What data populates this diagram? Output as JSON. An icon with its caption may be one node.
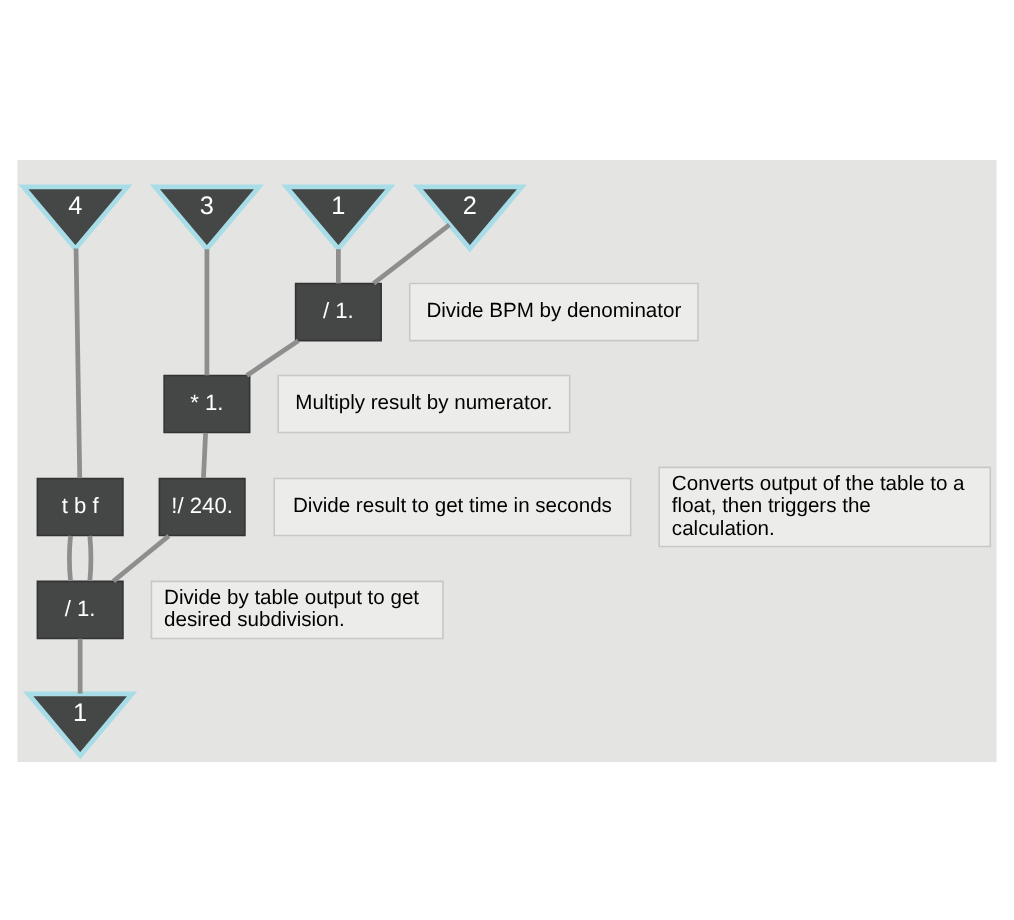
{
  "diagram": {
    "nodes": [
      {
        "text": [
          "1"
        ]
      },
      {
        "text": [
          "2"
        ]
      },
      {
        "text": [
          "3"
        ]
      },
      {
        "text": [
          "4"
        ]
      },
      {
        "text": [
          "/ 1."
        ]
      },
      {
        "text": [
          "Divide BPM by denominator"
        ]
      },
      {
        "text": [
          "* 1."
        ]
      },
      {
        "text": [
          "Multiply result by numerator."
        ]
      },
      {
        "text": [
          "!/ 240."
        ]
      },
      {
        "text": [
          "Divide result to get time in seconds"
        ]
      },
      {
        "text": [
          "t b f"
        ]
      },
      {
        "text": [
          "Converts output of the table to a float, then triggers the calculation."
        ]
      },
      {
        "text": [
          "/ 1."
        ]
      },
      {
        "text": [
          "Divide by table output to get desired subdivision."
        ]
      },
      {
        "text": [
          "1"
        ]
      }
    ],
    "edges": [
      {
        "from": 0,
        "to": 4,
        "arrow": "none"
      },
      {
        "from": 1,
        "to": 4,
        "arrow": "none"
      },
      {
        "from": 4,
        "to": 6,
        "arrow": "none"
      },
      {
        "from": 2,
        "to": 6,
        "arrow": "none"
      },
      {
        "from": 6,
        "to": 8,
        "arrow": "none"
      },
      {
        "from": 3,
        "to": 10,
        "arrow": "none"
      },
      {
        "from": 8,
        "to": 12,
        "arrow": "none"
      },
      {
        "from": 10,
        "to": 12,
        "arrow": "none"
      },
      {
        "from": 10,
        "to": 12,
        "arrow": "none"
      },
      {
        "from": 12,
        "to": 14,
        "arrow": "none"
      }
    ]
  }
}
